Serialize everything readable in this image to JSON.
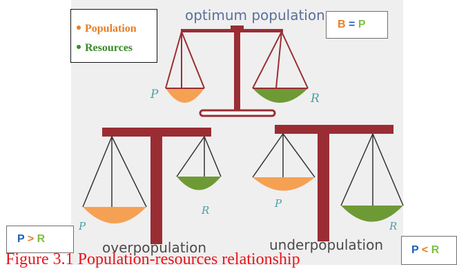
{
  "legend": {
    "items": [
      {
        "label": "Population",
        "color": "#e87d26"
      },
      {
        "label": "Resources",
        "color": "#3a8a2b"
      }
    ]
  },
  "scales": {
    "top_label": "optimum population",
    "left_label": "overpopulation",
    "right_label": "underpopulation",
    "pan_letter_p": "P",
    "pan_letter_r": "R"
  },
  "relations": {
    "balanced": {
      "left": "B",
      "op": "=",
      "right": "P"
    },
    "over": {
      "left": "P",
      "op": ">",
      "right": "R"
    },
    "under": {
      "left": "P",
      "op": "<",
      "right": "R"
    }
  },
  "colors": {
    "population": "#f5a154",
    "resources": "#6e9a36",
    "beam": "#9a2d34",
    "background": "#eeeeee",
    "text_blue": "#1f5fb8",
    "text_orange": "#e87d26",
    "text_green": "#7dc142",
    "caption": "#e8141a"
  },
  "caption": "Figure 3.1 Population-resources relationship"
}
